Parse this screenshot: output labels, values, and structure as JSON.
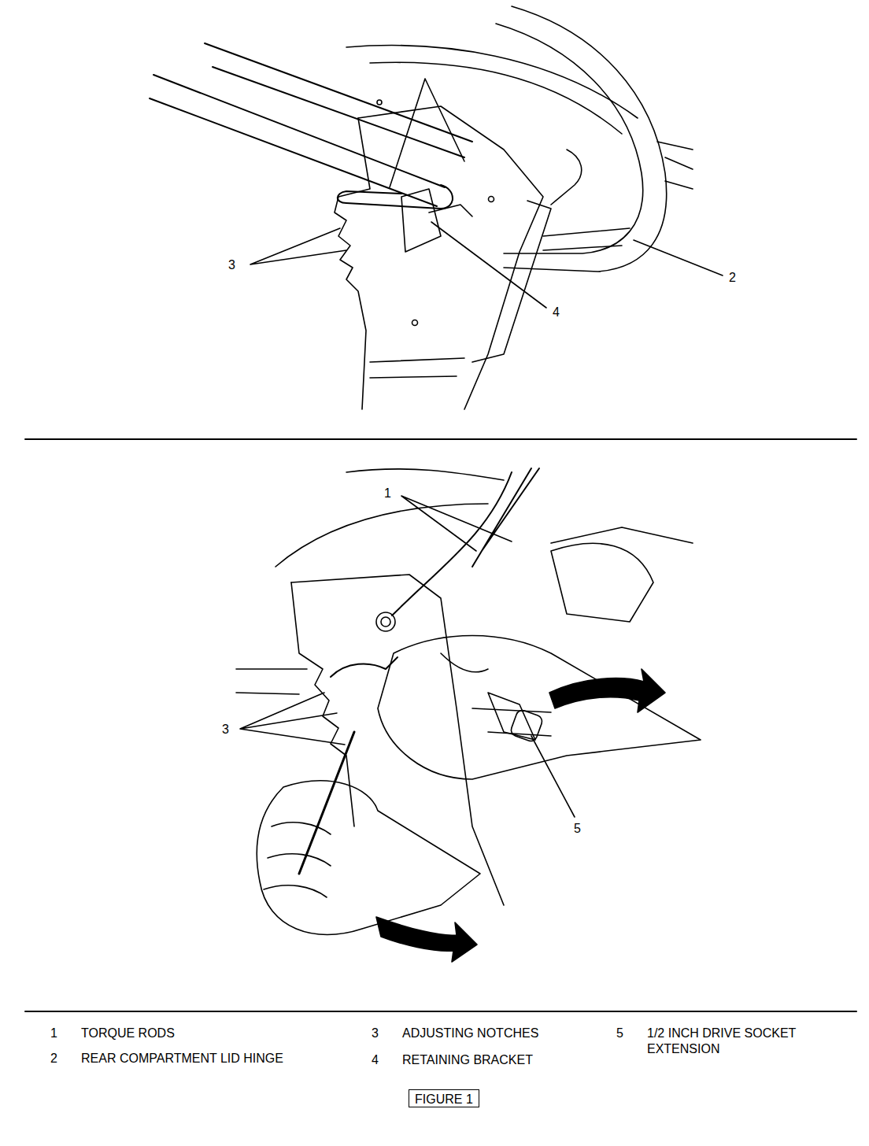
{
  "diagram": {
    "nodes": [
      {
        "text": [
          "FIGURE 1"
        ]
      }
    ],
    "labels": [
      "3",
      "2",
      "4",
      "1",
      "3",
      "5",
      "1",
      "TORQUE RODS",
      "2",
      "REAR COMPARTMENT LID HINGE",
      "3",
      "ADJUSTING NOTCHES",
      "4",
      "RETAINING BRACKET",
      "5",
      "1/2 INCH DRIVE SOCKET EXTENSION"
    ]
  }
}
